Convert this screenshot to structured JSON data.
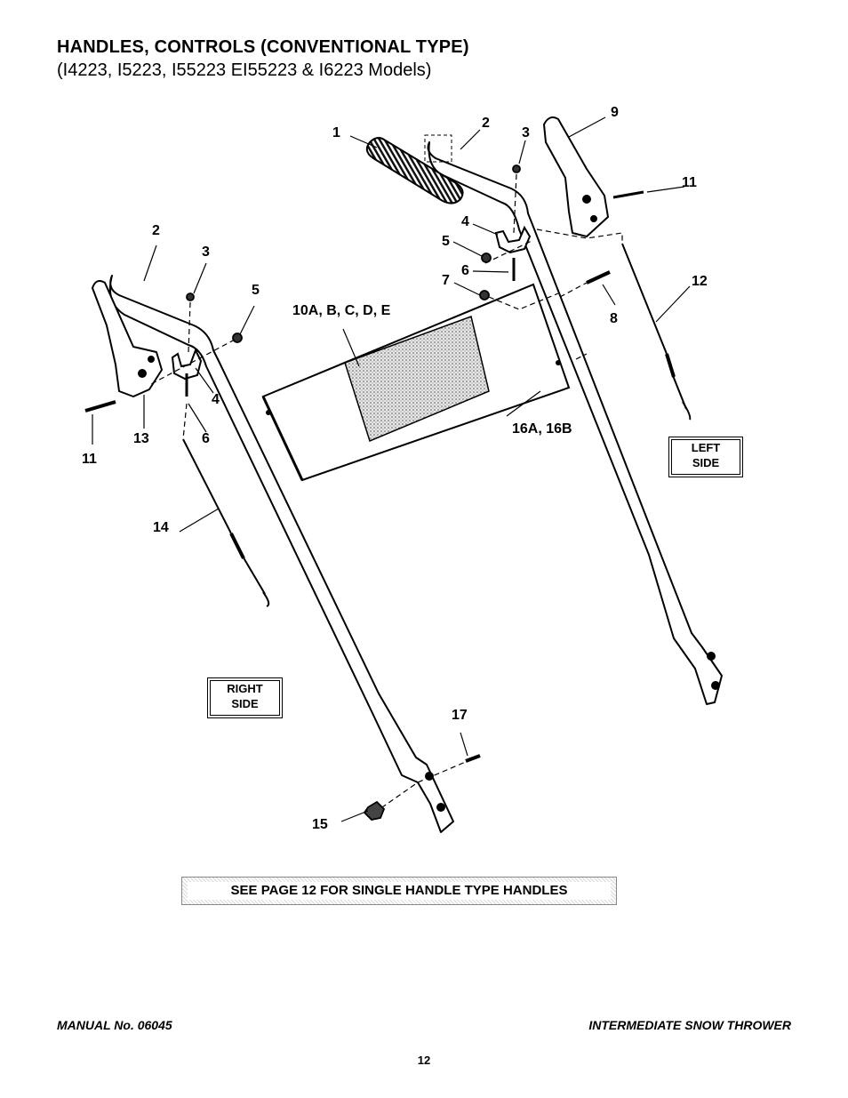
{
  "page": {
    "title": "HANDLES, CONTROLS (CONVENTIONAL TYPE)",
    "subtitle": "(I4223, I5223, I55223 EI55223 & I6223 Models)"
  },
  "labels": {
    "left_side_line1": "LEFT",
    "left_side_line2": "SIDE",
    "right_side_line1": "RIGHT",
    "right_side_line2": "SIDE"
  },
  "callouts": {
    "c1": "1",
    "c2_top": "2",
    "c3_top": "3",
    "c9": "9",
    "c11_right": "11",
    "c4_top": "4",
    "c5_top": "5",
    "c6_top": "6",
    "c7": "7",
    "c8": "8",
    "c12": "12",
    "c2_left": "2",
    "c3_left": "3",
    "c5_left": "5",
    "c10": "10A, B, C, D, E",
    "c4_left": "4",
    "c13": "13",
    "c6_left": "6",
    "c11_left": "11",
    "c16": "16A, 16B",
    "c14": "14",
    "c17": "17",
    "c15": "15"
  },
  "note": "SEE PAGE 12 FOR SINGLE HANDLE TYPE HANDLES",
  "footer": {
    "manual": "MANUAL No. 06045",
    "product": "INTERMEDIATE SNOW THROWER",
    "page_number": "12"
  }
}
